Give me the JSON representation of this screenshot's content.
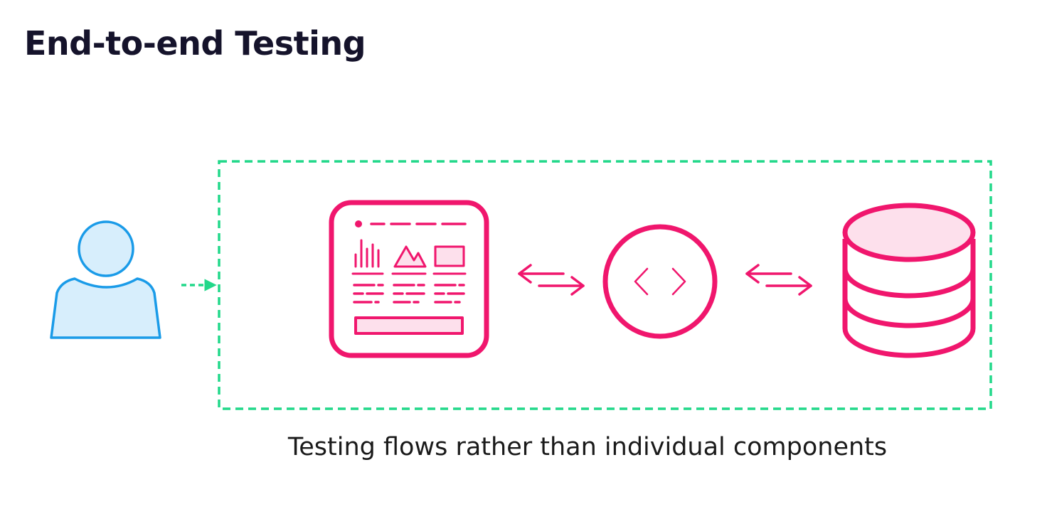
{
  "slide": {
    "title": "End-to-end Testing",
    "caption": "Testing flows rather than individual components"
  },
  "diagram": {
    "nodes": [
      {
        "id": "user",
        "icon": "user-icon"
      },
      {
        "id": "frontend",
        "icon": "dashboard-ui-icon"
      },
      {
        "id": "backend",
        "icon": "code-icon"
      },
      {
        "id": "database",
        "icon": "database-icon"
      }
    ],
    "edges": [
      {
        "from": "user",
        "to": "test-boundary",
        "style": "dashed"
      },
      {
        "from": "frontend",
        "to": "backend",
        "style": "bidirectional"
      },
      {
        "from": "backend",
        "to": "database",
        "style": "bidirectional"
      }
    ],
    "colors": {
      "accent": "#f0166d",
      "accent_fill": "#fde0ec",
      "boundary": "#22d88a",
      "user_stroke": "#1a9be8",
      "user_fill": "#d7eefc",
      "title": "#15132b"
    }
  }
}
